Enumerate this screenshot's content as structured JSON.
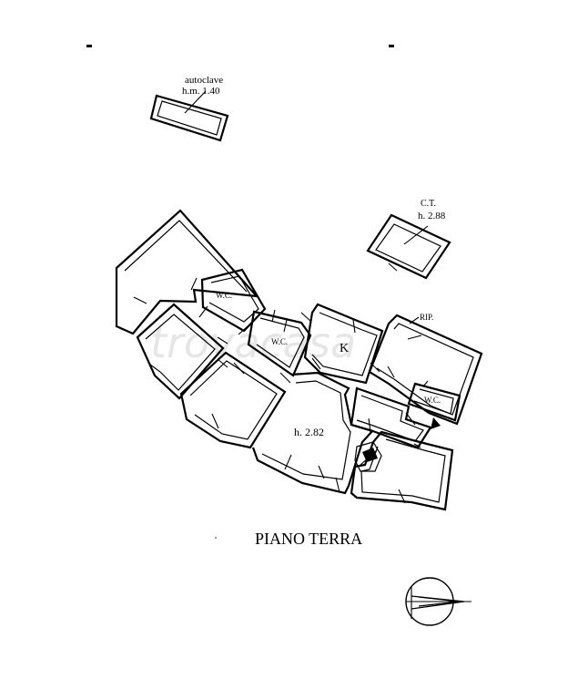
{
  "watermark": "trovacasa",
  "floor_title": "PIANO TERRA",
  "labels": {
    "autoclave": "autoclave",
    "autoclave_height": "h.m. 1.40",
    "ct": "C.T.",
    "ct_height": "h. 2.88",
    "rip": "RIP.",
    "wc_1": "W.C.",
    "wc_2": "W.C.",
    "wc_3": "W.C.",
    "kitchen": "K",
    "main_height": "h. 2.82"
  },
  "colors": {
    "line": "#000000",
    "background": "#ffffff",
    "watermark": "#e6e6e6"
  },
  "icons": {
    "compass": "north-arrow-icon",
    "stairs": "stair-symbol-icon",
    "entrance": "entrance-arrow-icon"
  }
}
